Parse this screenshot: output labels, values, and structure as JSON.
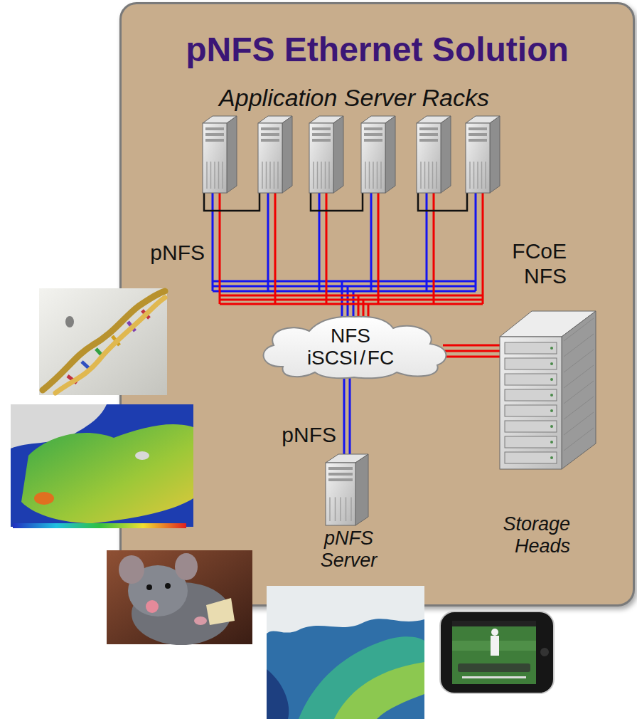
{
  "diagram": {
    "nodes": [
      {
        "text": [
          "pNFS Ethernet Solution"
        ]
      },
      {
        "text": [
          "Application Server Racks"
        ],
        "in": 0
      },
      {
        "text": [
          "NFS iSCSI / FC"
        ],
        "in": 0
      },
      {
        "text": [
          "pNFS Server"
        ],
        "in": 0
      },
      {
        "text": [
          "Storage Heads"
        ],
        "in": 0
      }
    ],
    "edges": [
      {
        "from": 1,
        "to": 2,
        "label": "pNFS",
        "arrow": "none"
      },
      {
        "from": 1,
        "to": 2,
        "label": "FCoE NFS",
        "arrow": "none"
      },
      {
        "from": 2,
        "to": 3,
        "label": "pNFS",
        "arrow": "none"
      },
      {
        "from": 2,
        "to": 4,
        "arrow": "none"
      }
    ]
  }
}
